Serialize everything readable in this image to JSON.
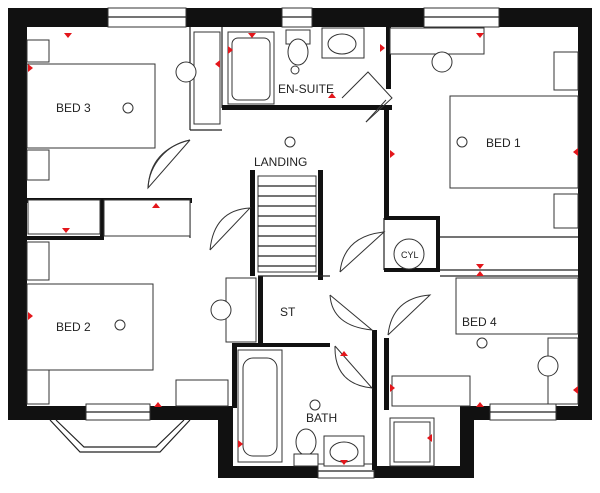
{
  "rooms": {
    "bed3": "BED 3",
    "bed1": "BED 1",
    "bed2": "BED 2",
    "bed4": "BED 4",
    "ensuite": "EN-SUITE",
    "landing": "LANDING",
    "st": "ST",
    "bath": "BATH",
    "cyl": "CYL"
  },
  "colors": {
    "wall": "#111111",
    "marker": "#e3161b",
    "background": "#ffffff"
  }
}
